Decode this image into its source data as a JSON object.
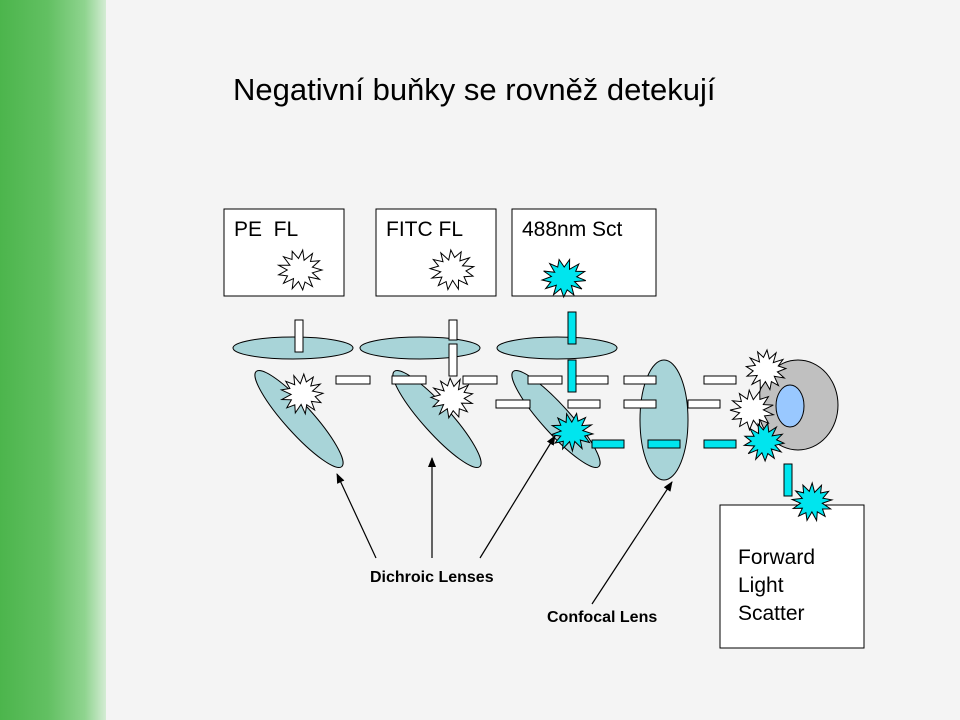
{
  "slide": {
    "title": "Negativní buňky se rovněž detekují"
  },
  "detectors": {
    "pe": "PE  FL",
    "fitc": "FITC FL",
    "scatter": "488nm Sct",
    "forward": [
      "Forward",
      "Light",
      "Scatter"
    ]
  },
  "labels": {
    "dichroic": "Dichroic Lenses",
    "confocal": "Confocal Lens"
  },
  "colors": {
    "lens": "#a8d4d8",
    "scatter_light": "#00e5ee",
    "cell_outer": "#c0c0c0",
    "cell_nucleus": "#99c8ff",
    "accent_bar": "#4cb54c"
  }
}
